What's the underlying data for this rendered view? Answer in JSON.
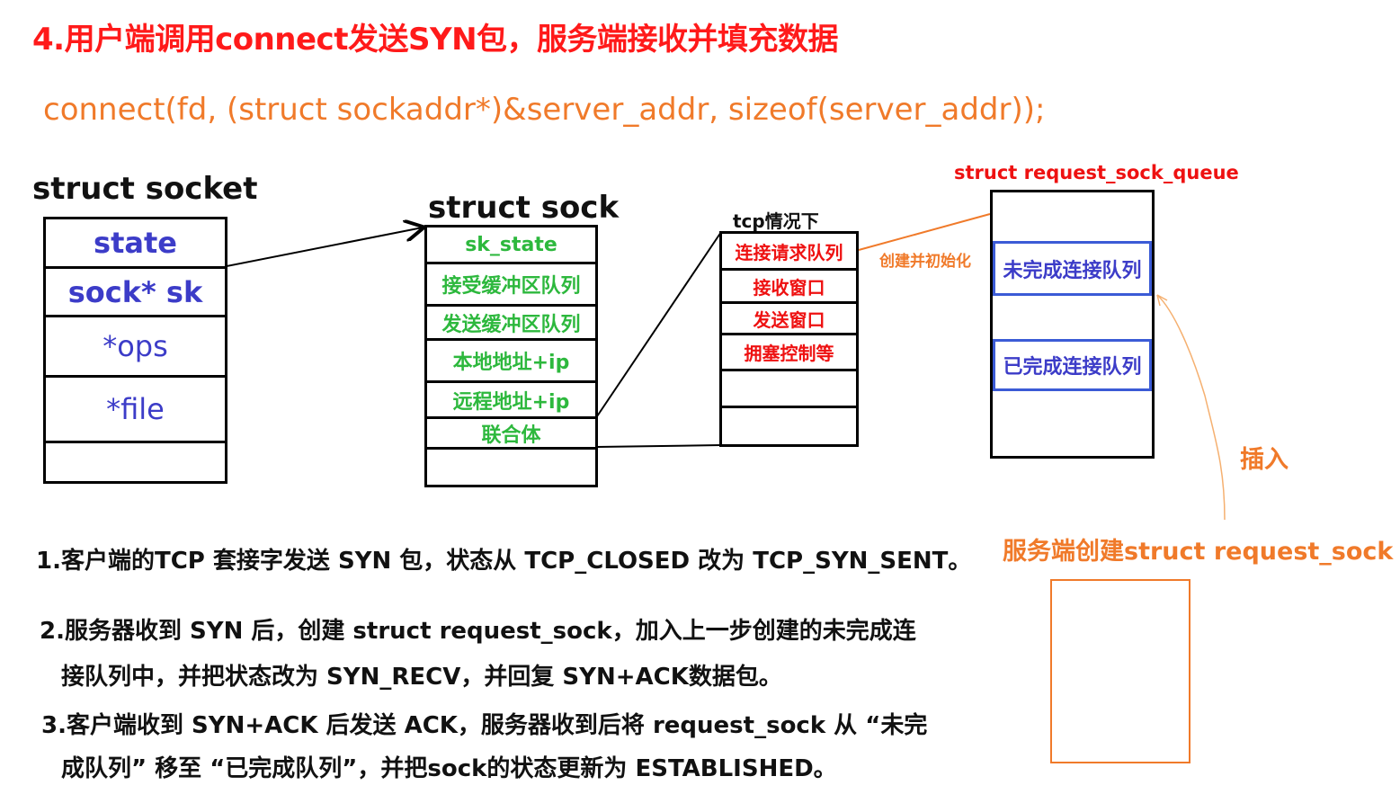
{
  "title": "4.用户端调用connect发送SYN包，服务端接收并填充数据",
  "code_line": "connect(fd, (struct sockaddr*)&server_addr, sizeof(server_addr));",
  "socket": {
    "heading": "struct socket",
    "fields": [
      "state",
      "sock* sk",
      "*ops",
      "*file",
      ""
    ]
  },
  "sock": {
    "heading": "struct sock",
    "fields": [
      "sk_state",
      "接受缓冲区队列",
      "发送缓冲区队列",
      "本地地址+ip",
      "远程地址+ip",
      "联合体",
      ""
    ]
  },
  "tcp": {
    "heading": "tcp情况下",
    "fields": [
      "连接请求队列",
      "接收窗口",
      "发送窗口",
      "拥塞控制等",
      "",
      ""
    ]
  },
  "queue": {
    "heading": "struct request_sock_queue",
    "create_label": "创建并初始化",
    "incomplete": "未完成连接队列",
    "complete": "已完成连接队列"
  },
  "request_sock": {
    "insert_label": "插入",
    "heading": "服务端创建struct request_sock"
  },
  "notes": [
    "1.客户端的TCP 套接字发送 SYN 包，状态从 TCP_CLOSED 改为 TCP_SYN_SENT。",
    "2.服务器收到 SYN 后，创建 struct request_sock，加入上一步创建的未完成连",
    "接队列中，并把状态改为 SYN_RECV，并回复 SYN+ACK数据包。",
    "3.客户端收到 SYN+ACK 后发送 ACK，服务器收到后将 request_sock 从 “未完",
    "成队列” 移至 “已完成队列”，并把sock的状态更新为 ESTABLISHED。"
  ],
  "colors": {
    "title": "#ff1a1a",
    "code": "#f07a2a",
    "socket_fields": "#3c3cc8",
    "sock_fields": "#2db83d",
    "tcp_fields": "#ee1111",
    "queue_border": "#3b5bd6",
    "request_sock": "#f07a2a"
  }
}
